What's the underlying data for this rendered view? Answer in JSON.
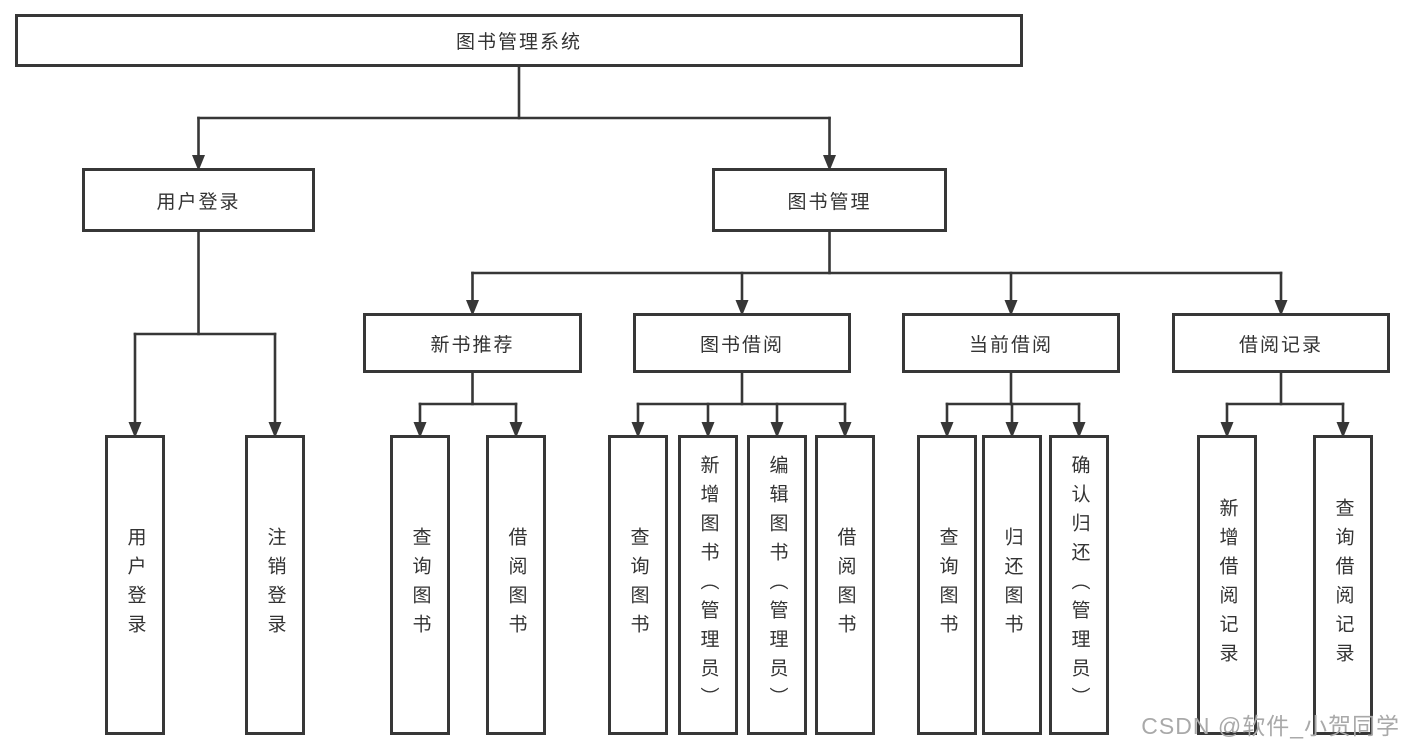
{
  "diagram": {
    "root": {
      "label": "图书管理系统"
    },
    "branches": [
      {
        "label": "用户登录",
        "children": [
          {
            "label": "用户登录"
          },
          {
            "label": "注销登录"
          }
        ]
      },
      {
        "label": "图书管理",
        "children": [
          {
            "label": "新书推荐",
            "children": [
              {
                "label": "查询图书"
              },
              {
                "label": "借阅图书"
              }
            ]
          },
          {
            "label": "图书借阅",
            "children": [
              {
                "label": "查询图书"
              },
              {
                "label": "新增图书（管理员）"
              },
              {
                "label": "编辑图书（管理员）"
              },
              {
                "label": "借阅图书"
              }
            ]
          },
          {
            "label": "当前借阅",
            "children": [
              {
                "label": "查询图书"
              },
              {
                "label": "归还图书"
              },
              {
                "label": "确认归还（管理员）"
              }
            ]
          },
          {
            "label": "借阅记录",
            "children": [
              {
                "label": "新增借阅记录"
              },
              {
                "label": "查询借阅记录"
              }
            ]
          }
        ]
      }
    ]
  },
  "watermark": "CSDN @软件_小贺同学",
  "colors": {
    "line": "#373737",
    "arrow": "#373737",
    "box_border": "#373737",
    "text": "#333333",
    "watermark": "#a9a9a9",
    "background": "#ffffff"
  }
}
